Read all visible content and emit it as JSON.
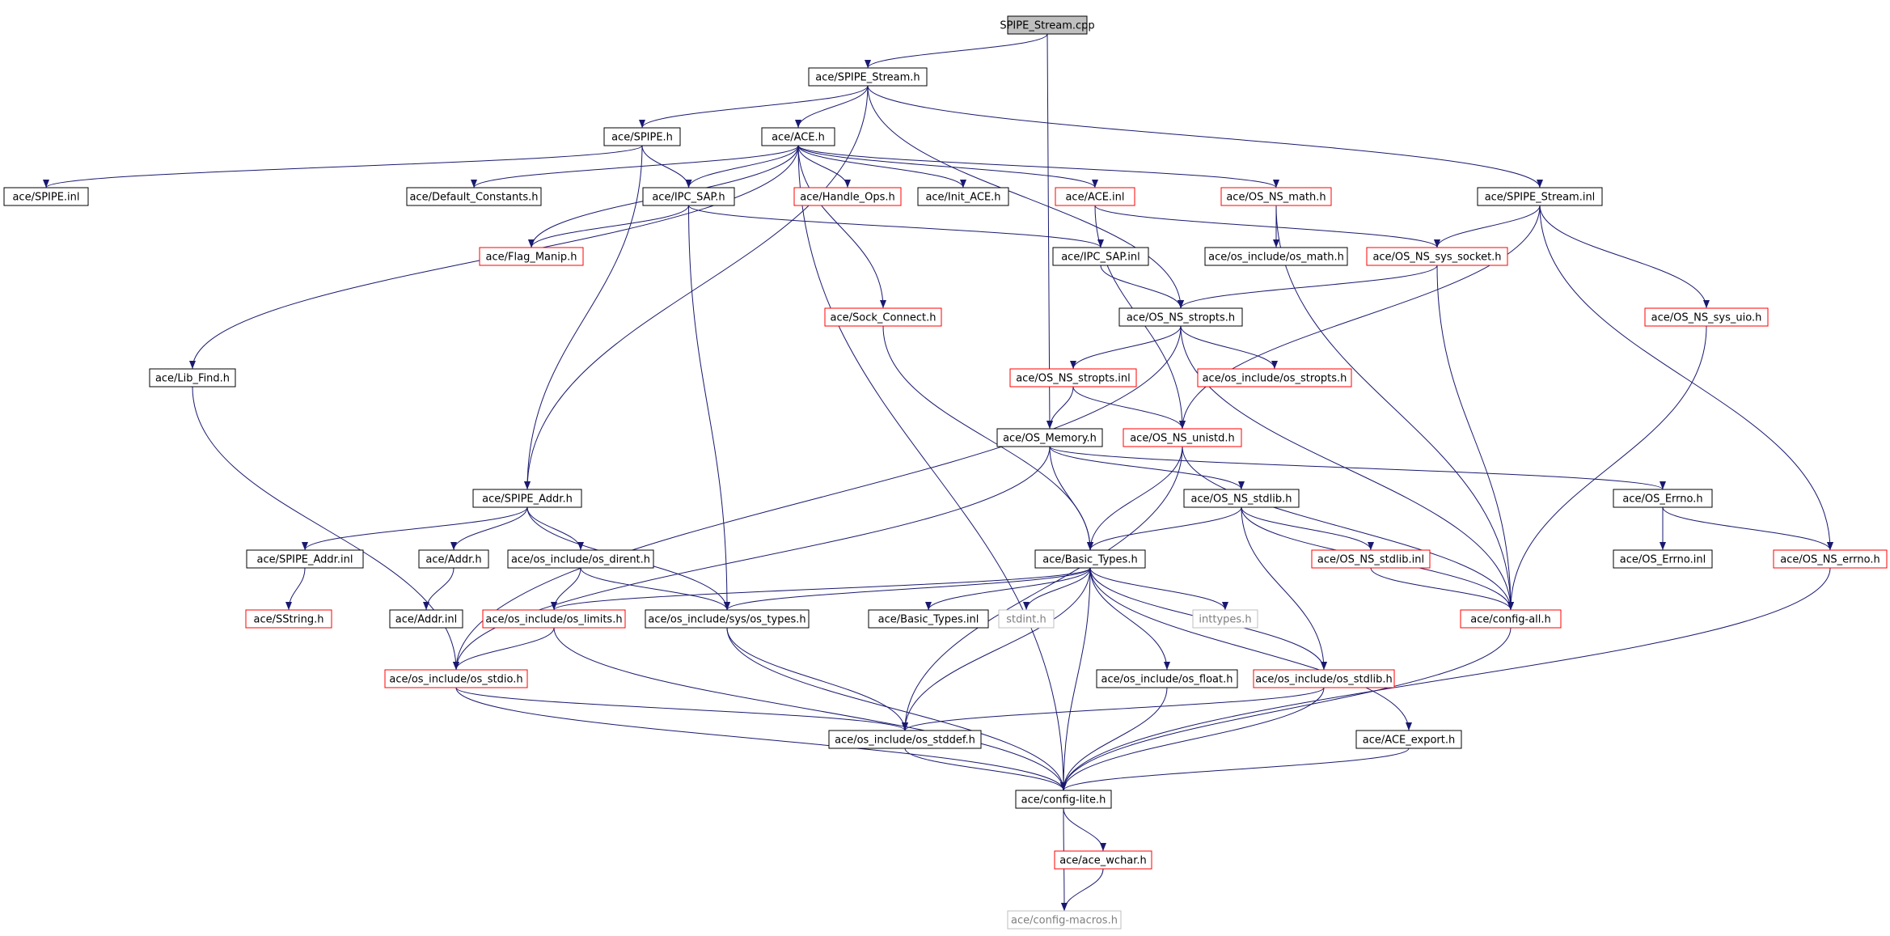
{
  "nodes": [
    {
      "id": "root",
      "label": "SPIPE_Stream.cpp",
      "style": "root"
    },
    {
      "id": "spipe_stream_h",
      "label": "ace/SPIPE_Stream.h",
      "style": "normal"
    },
    {
      "id": "spipe_h",
      "label": "ace/SPIPE.h",
      "style": "normal"
    },
    {
      "id": "ace_h",
      "label": "ace/ACE.h",
      "style": "normal"
    },
    {
      "id": "spipe_inl",
      "label": "ace/SPIPE.inl",
      "style": "normal"
    },
    {
      "id": "default_constants",
      "label": "ace/Default_Constants.h",
      "style": "normal"
    },
    {
      "id": "ipc_sap_h",
      "label": "ace/IPC_SAP.h",
      "style": "normal"
    },
    {
      "id": "handle_ops",
      "label": "ace/Handle_Ops.h",
      "style": "red"
    },
    {
      "id": "init_ace",
      "label": "ace/Init_ACE.h",
      "style": "normal"
    },
    {
      "id": "ace_inl",
      "label": "ace/ACE.inl",
      "style": "red"
    },
    {
      "id": "os_ns_math",
      "label": "ace/OS_NS_math.h",
      "style": "red"
    },
    {
      "id": "spipe_stream_inl",
      "label": "ace/SPIPE_Stream.inl",
      "style": "normal"
    },
    {
      "id": "flag_manip",
      "label": "ace/Flag_Manip.h",
      "style": "red"
    },
    {
      "id": "ipc_sap_inl",
      "label": "ace/IPC_SAP.inl",
      "style": "normal"
    },
    {
      "id": "os_math",
      "label": "ace/os_include/os_math.h",
      "style": "normal"
    },
    {
      "id": "os_ns_sys_socket",
      "label": "ace/OS_NS_sys_socket.h",
      "style": "red"
    },
    {
      "id": "sock_connect",
      "label": "ace/Sock_Connect.h",
      "style": "red"
    },
    {
      "id": "os_ns_stropts_h",
      "label": "ace/OS_NS_stropts.h",
      "style": "normal"
    },
    {
      "id": "os_ns_sys_uio",
      "label": "ace/OS_NS_sys_uio.h",
      "style": "red"
    },
    {
      "id": "lib_find",
      "label": "ace/Lib_Find.h",
      "style": "normal"
    },
    {
      "id": "os_ns_stropts_inl",
      "label": "ace/OS_NS_stropts.inl",
      "style": "red"
    },
    {
      "id": "os_stropts",
      "label": "ace/os_include/os_stropts.h",
      "style": "red"
    },
    {
      "id": "os_memory",
      "label": "ace/OS_Memory.h",
      "style": "normal"
    },
    {
      "id": "os_ns_unistd",
      "label": "ace/OS_NS_unistd.h",
      "style": "red"
    },
    {
      "id": "spipe_addr_h",
      "label": "ace/SPIPE_Addr.h",
      "style": "normal"
    },
    {
      "id": "os_ns_stdlib_h",
      "label": "ace/OS_NS_stdlib.h",
      "style": "normal"
    },
    {
      "id": "os_errno_h",
      "label": "ace/OS_Errno.h",
      "style": "normal"
    },
    {
      "id": "spipe_addr_inl",
      "label": "ace/SPIPE_Addr.inl",
      "style": "normal"
    },
    {
      "id": "addr_h",
      "label": "ace/Addr.h",
      "style": "normal"
    },
    {
      "id": "os_dirent",
      "label": "ace/os_include/os_dirent.h",
      "style": "normal"
    },
    {
      "id": "basic_types_h",
      "label": "ace/Basic_Types.h",
      "style": "normal"
    },
    {
      "id": "os_ns_stdlib_inl",
      "label": "ace/OS_NS_stdlib.inl",
      "style": "red"
    },
    {
      "id": "os_errno_inl",
      "label": "ace/OS_Errno.inl",
      "style": "normal"
    },
    {
      "id": "os_ns_errno",
      "label": "ace/OS_NS_errno.h",
      "style": "red"
    },
    {
      "id": "sstring",
      "label": "ace/SString.h",
      "style": "red"
    },
    {
      "id": "addr_inl",
      "label": "ace/Addr.inl",
      "style": "normal"
    },
    {
      "id": "os_limits",
      "label": "ace/os_include/os_limits.h",
      "style": "red"
    },
    {
      "id": "os_types",
      "label": "ace/os_include/sys/os_types.h",
      "style": "normal"
    },
    {
      "id": "basic_types_inl",
      "label": "ace/Basic_Types.inl",
      "style": "normal"
    },
    {
      "id": "stdint",
      "label": "stdint.h",
      "style": "gray"
    },
    {
      "id": "inttypes",
      "label": "inttypes.h",
      "style": "gray"
    },
    {
      "id": "config_all",
      "label": "ace/config-all.h",
      "style": "red"
    },
    {
      "id": "os_stdio",
      "label": "ace/os_include/os_stdio.h",
      "style": "red"
    },
    {
      "id": "os_float",
      "label": "ace/os_include/os_float.h",
      "style": "normal"
    },
    {
      "id": "os_stdlib",
      "label": "ace/os_include/os_stdlib.h",
      "style": "red"
    },
    {
      "id": "os_stddef",
      "label": "ace/os_include/os_stddef.h",
      "style": "normal"
    },
    {
      "id": "ace_export",
      "label": "ace/ACE_export.h",
      "style": "normal"
    },
    {
      "id": "config_lite",
      "label": "ace/config-lite.h",
      "style": "normal"
    },
    {
      "id": "ace_wchar",
      "label": "ace/ace_wchar.h",
      "style": "red"
    },
    {
      "id": "config_macros",
      "label": "ace/config-macros.h",
      "style": "gray"
    }
  ],
  "edges": [
    [
      "root",
      "spipe_stream_h"
    ],
    [
      "root",
      "os_memory"
    ],
    [
      "spipe_stream_h",
      "spipe_h"
    ],
    [
      "spipe_stream_h",
      "ace_h"
    ],
    [
      "spipe_stream_h",
      "spipe_addr_h"
    ],
    [
      "spipe_stream_h",
      "os_ns_stropts_h"
    ],
    [
      "spipe_stream_h",
      "spipe_stream_inl"
    ],
    [
      "spipe_h",
      "spipe_inl"
    ],
    [
      "spipe_h",
      "ipc_sap_h"
    ],
    [
      "spipe_h",
      "spipe_addr_h"
    ],
    [
      "ace_h",
      "default_constants"
    ],
    [
      "ace_h",
      "ipc_sap_h"
    ],
    [
      "ace_h",
      "handle_ops"
    ],
    [
      "ace_h",
      "init_ace"
    ],
    [
      "ace_h",
      "ace_inl"
    ],
    [
      "ace_h",
      "os_ns_math"
    ],
    [
      "ace_h",
      "flag_manip"
    ],
    [
      "ace_h",
      "sock_connect"
    ],
    [
      "ace_h",
      "lib_find"
    ],
    [
      "ace_h",
      "config_lite"
    ],
    [
      "ipc_sap_h",
      "flag_manip"
    ],
    [
      "ipc_sap_h",
      "ipc_sap_inl"
    ],
    [
      "ipc_sap_h",
      "os_types"
    ],
    [
      "ace_inl",
      "os_ns_sys_socket"
    ],
    [
      "ace_inl",
      "os_ns_unistd"
    ],
    [
      "os_ns_math",
      "os_math"
    ],
    [
      "os_ns_math",
      "config_all"
    ],
    [
      "spipe_stream_inl",
      "os_ns_sys_socket"
    ],
    [
      "spipe_stream_inl",
      "os_ns_sys_uio"
    ],
    [
      "spipe_stream_inl",
      "os_ns_unistd"
    ],
    [
      "spipe_stream_inl",
      "os_ns_errno"
    ],
    [
      "ipc_sap_inl",
      "os_ns_stropts_h"
    ],
    [
      "os_ns_sys_socket",
      "os_ns_stropts_h"
    ],
    [
      "os_ns_sys_socket",
      "config_all"
    ],
    [
      "sock_connect",
      "basic_types_h"
    ],
    [
      "os_ns_stropts_h",
      "os_ns_stropts_inl"
    ],
    [
      "os_ns_stropts_h",
      "os_stropts"
    ],
    [
      "os_ns_stropts_h",
      "config_all"
    ],
    [
      "os_ns_stropts_h",
      "os_stdio"
    ],
    [
      "os_ns_sys_uio",
      "config_all"
    ],
    [
      "lib_find",
      "os_stdio"
    ],
    [
      "os_ns_stropts_inl",
      "os_memory"
    ],
    [
      "os_ns_stropts_inl",
      "os_ns_unistd"
    ],
    [
      "os_memory",
      "basic_types_h"
    ],
    [
      "os_memory",
      "os_ns_stdlib_h"
    ],
    [
      "os_memory",
      "os_errno_h"
    ],
    [
      "os_memory",
      "os_stdio"
    ],
    [
      "os_ns_unistd",
      "basic_types_h"
    ],
    [
      "os_ns_unistd",
      "config_all"
    ],
    [
      "os_ns_unistd",
      "os_stddef"
    ],
    [
      "spipe_addr_h",
      "spipe_addr_inl"
    ],
    [
      "spipe_addr_h",
      "addr_h"
    ],
    [
      "spipe_addr_h",
      "os_dirent"
    ],
    [
      "spipe_addr_h",
      "os_types"
    ],
    [
      "os_ns_stdlib_h",
      "basic_types_h"
    ],
    [
      "os_ns_stdlib_h",
      "os_ns_stdlib_inl"
    ],
    [
      "os_ns_stdlib_h",
      "os_stdlib"
    ],
    [
      "os_ns_stdlib_h",
      "config_all"
    ],
    [
      "os_errno_h",
      "os_errno_inl"
    ],
    [
      "os_errno_h",
      "os_ns_errno"
    ],
    [
      "spipe_addr_inl",
      "sstring"
    ],
    [
      "addr_h",
      "addr_inl"
    ],
    [
      "os_dirent",
      "os_limits"
    ],
    [
      "os_dirent",
      "os_types"
    ],
    [
      "basic_types_h",
      "os_limits"
    ],
    [
      "basic_types_h",
      "os_types"
    ],
    [
      "basic_types_h",
      "basic_types_inl"
    ],
    [
      "basic_types_h",
      "stdint"
    ],
    [
      "basic_types_h",
      "inttypes"
    ],
    [
      "basic_types_h",
      "os_float"
    ],
    [
      "basic_types_h",
      "os_stdlib"
    ],
    [
      "basic_types_h",
      "os_stddef"
    ],
    [
      "basic_types_h",
      "ace_export"
    ],
    [
      "basic_types_h",
      "config_lite"
    ],
    [
      "os_ns_stdlib_inl",
      "config_all"
    ],
    [
      "os_ns_errno",
      "config_lite"
    ],
    [
      "os_limits",
      "os_stdio"
    ],
    [
      "os_limits",
      "config_lite"
    ],
    [
      "os_types",
      "os_stddef"
    ],
    [
      "os_types",
      "config_lite"
    ],
    [
      "config_all",
      "config_lite"
    ],
    [
      "os_stdio",
      "os_stddef"
    ],
    [
      "os_stdio",
      "config_lite"
    ],
    [
      "os_float",
      "config_lite"
    ],
    [
      "os_stdlib",
      "os_stddef"
    ],
    [
      "os_stdlib",
      "config_lite"
    ],
    [
      "os_stddef",
      "config_lite"
    ],
    [
      "ace_export",
      "config_lite"
    ],
    [
      "config_lite",
      "ace_wchar"
    ],
    [
      "config_lite",
      "config_macros"
    ],
    [
      "ace_wchar",
      "config_macros"
    ]
  ],
  "colors": {
    "edge": "#191970",
    "normal_border": "#000000",
    "red_border": "#ff0000",
    "gray_border": "#bfbfbf",
    "root_fill": "#bfbfbf",
    "text": "#000000",
    "gray_text": "#7f7f7f"
  }
}
